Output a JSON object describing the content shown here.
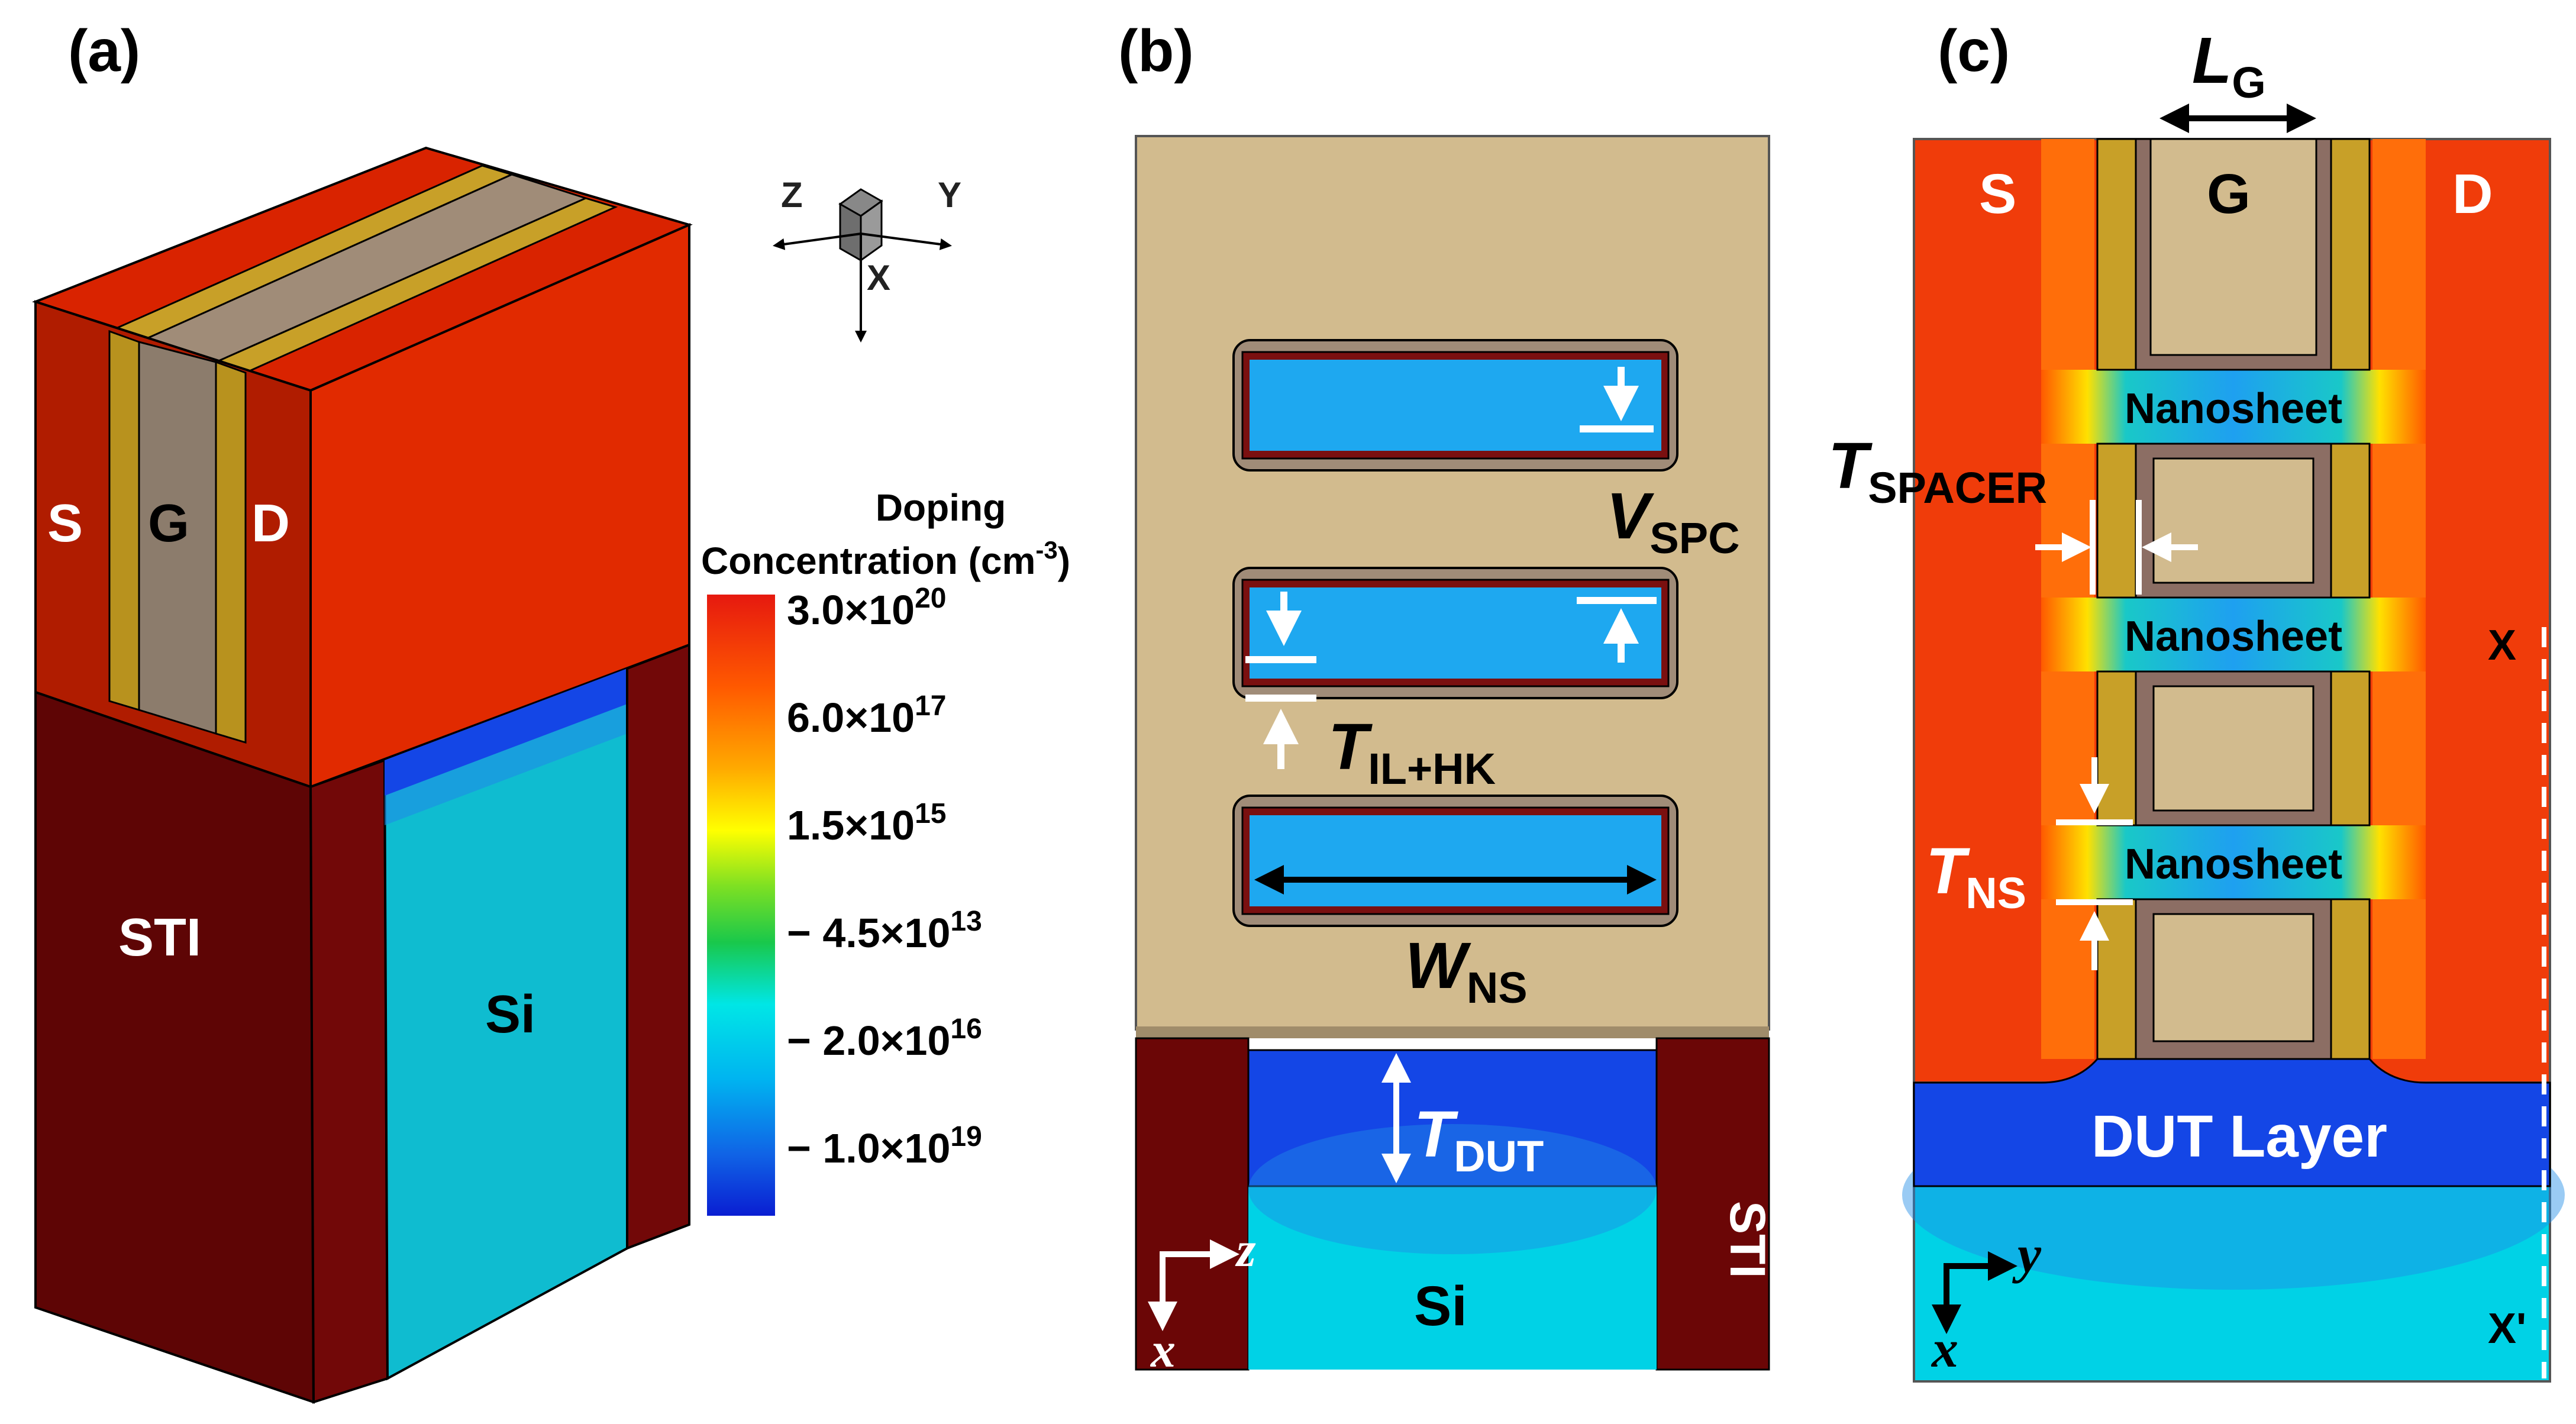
{
  "panel_a": {
    "label": "(a)",
    "region_s": "S",
    "region_g": "G",
    "region_d": "D",
    "region_sti": "STI",
    "region_si": "Si",
    "axes": {
      "z": "Z",
      "y": "Y",
      "x": "X"
    },
    "colorbar": {
      "title_line1": "Doping",
      "title_line2": "Concentration (cm",
      "title_exp": "-3",
      "title_close": ")",
      "ticks": [
        {
          "mantissa": "3.0×10",
          "exp": "20"
        },
        {
          "mantissa": "6.0×10",
          "exp": "17"
        },
        {
          "mantissa": "1.5×10",
          "exp": "15"
        },
        {
          "mantissa": "− 4.5×10",
          "exp": "13"
        },
        {
          "mantissa": "− 2.0×10",
          "exp": "16"
        },
        {
          "mantissa": "− 1.0×10",
          "exp": "19"
        }
      ],
      "colors": [
        "#d61a00",
        "#ff8800",
        "#ffff00",
        "#33cc33",
        "#00e5ff",
        "#0a2ad6"
      ]
    }
  },
  "panel_b": {
    "label": "(b)",
    "v_spc": {
      "main": "V",
      "sub": "SPC"
    },
    "t_ilhk": {
      "main": "T",
      "sub": "IL+HK"
    },
    "w_ns": {
      "main": "W",
      "sub": "NS"
    },
    "t_dut": {
      "main": "T",
      "sub": "DUT"
    },
    "sti": "STI",
    "si": "Si",
    "axes": {
      "z": "z",
      "x": "x"
    }
  },
  "panel_c": {
    "label": "(c)",
    "l_g": {
      "main": "L",
      "sub": "G"
    },
    "s": "S",
    "g": "G",
    "d": "D",
    "nanosheet": "Nanosheet",
    "t_spacer": {
      "main": "T",
      "sub": "SPACER"
    },
    "t_ns": {
      "main": "T",
      "sub": "NS"
    },
    "dut_layer": "DUT Layer",
    "x_top": "X",
    "x_bottom": "X'",
    "axes": {
      "y": "y",
      "x": "x"
    }
  },
  "colors": {
    "source_drain": "#d92300",
    "gate_metal": "#d2bb8e",
    "spacer": "#c8a028",
    "sti": "#6b0606",
    "si_substrate": "#00d2e6",
    "dut_layer": "#1446e6",
    "channel": "#1aa8f0"
  }
}
